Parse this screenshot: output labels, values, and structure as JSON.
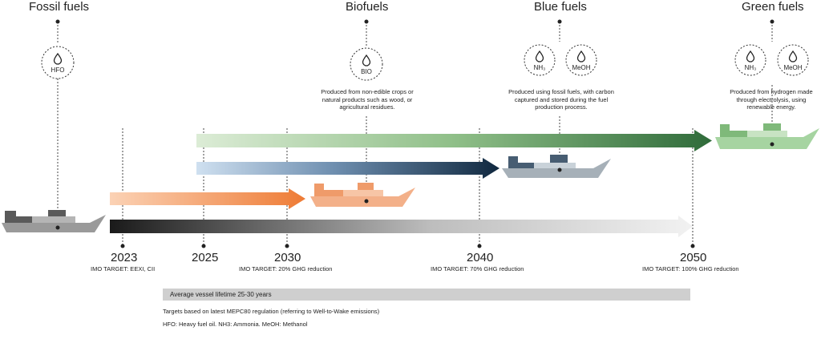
{
  "categories": {
    "fossil": {
      "title": "Fossil fuels",
      "fuels": [
        "HFO"
      ]
    },
    "bio": {
      "title": "Biofuels",
      "fuels": [
        "BIO"
      ],
      "description": "Produced from non-edible crops or natural products such as wood, or agricultural residues."
    },
    "blue": {
      "title": "Blue fuels",
      "fuels": [
        "NH₃",
        "MeOH"
      ],
      "description": "Produced using fossil fuels, with carbon captured and stored during the fuel production process."
    },
    "green": {
      "title": "Green fuels",
      "fuels": [
        "NH₃",
        "MeOH"
      ],
      "description": "Produced from hydrogen made through electrolysis, using renewable energy."
    }
  },
  "timeline": [
    {
      "year": "2023",
      "target": "IMO TARGET: EEXI, CII"
    },
    {
      "year": "2025",
      "target": ""
    },
    {
      "year": "2030",
      "target": "IMO TARGET: 20% GHG reduction"
    },
    {
      "year": "2040",
      "target": "IMO TARGET: 70% GHG reduction"
    },
    {
      "year": "2050",
      "target": "IMO TARGET: 100% GHG reduction"
    }
  ],
  "lifetime_label": "Average vessel lifetime 25-30 years",
  "footnotes": {
    "regulation": "Targets based on latest MEPC80 regulation (referring to Well-to-Wake emissions)",
    "abbreviations": "HFO: Heavy fuel oil. NH3: Ammonia. MeOH: Methanol"
  },
  "colors": {
    "fossil_dark": "#1a1a1a",
    "bio_orange": "#f08a4b",
    "blue_navy": "#1c3550",
    "green_dark": "#2f6b3a",
    "ship_grey": "#a9b0b5",
    "ship_orange": "#f3b089",
    "ship_green": "#9ccc98"
  }
}
